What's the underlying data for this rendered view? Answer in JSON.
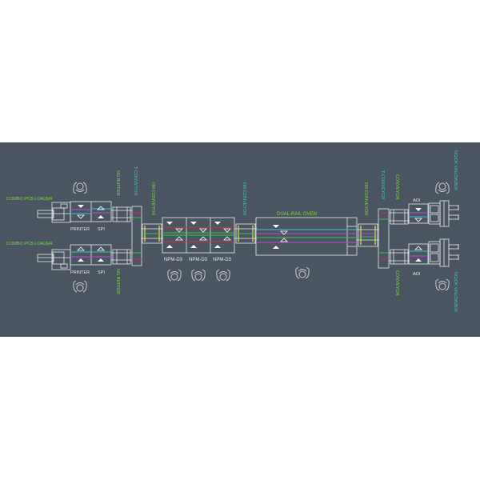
{
  "colors": {
    "background": "#4a5561",
    "outline": "#e6e8ea",
    "label_green": "#7fd34a",
    "label_cyan": "#3fc7b0",
    "rail_cyan": "#3fbfc3",
    "rail_magenta": "#b04ad0",
    "rail_red": "#c8323c",
    "rail_green": "#3fbf4a",
    "conveyor_yellow": "#e8e04a"
  },
  "labels": {
    "loader_top": "COMBO PCB LOADER",
    "loader_bottom": "COMBO PCB LOADER",
    "printer_top": "PRINTER",
    "spi_top": "SPI",
    "printer_bottom": "PRINTER",
    "spi_bottom": "SPI",
    "ng_buffer_top": "NG BUFFER",
    "ng_buffer_bottom": "NG BUFFER",
    "t_conveyor_left": "T-CONVEYOR",
    "dr_conveyor_left": "DR-CONVEYOR",
    "npm1": "NPM-D3",
    "npm2": "NPM-D3",
    "npm3": "NPM-D3",
    "dr_conveyor_mid": "DR-CONVEYOR",
    "oven": "DUAL-RAIL OVEN",
    "dr_conveyor_right": "DR-CONVEYOR",
    "t_conveyor_right": "T-CONVEYOR",
    "conveyor_top": "CONVEYOR",
    "conveyor_bottom": "CONVEYOR",
    "aoi_top": "AOI",
    "aoi_bottom": "AOI",
    "unloader_top": "NG/OK UNLOADER",
    "unloader_bottom": "NG/OK UNLOADER"
  },
  "operators": [
    "operator-printer-top",
    "operator-printer-bottom",
    "operator-npm1",
    "operator-npm2",
    "operator-npm3",
    "operator-oven",
    "operator-unloader-top",
    "operator-unloader-bottom"
  ]
}
